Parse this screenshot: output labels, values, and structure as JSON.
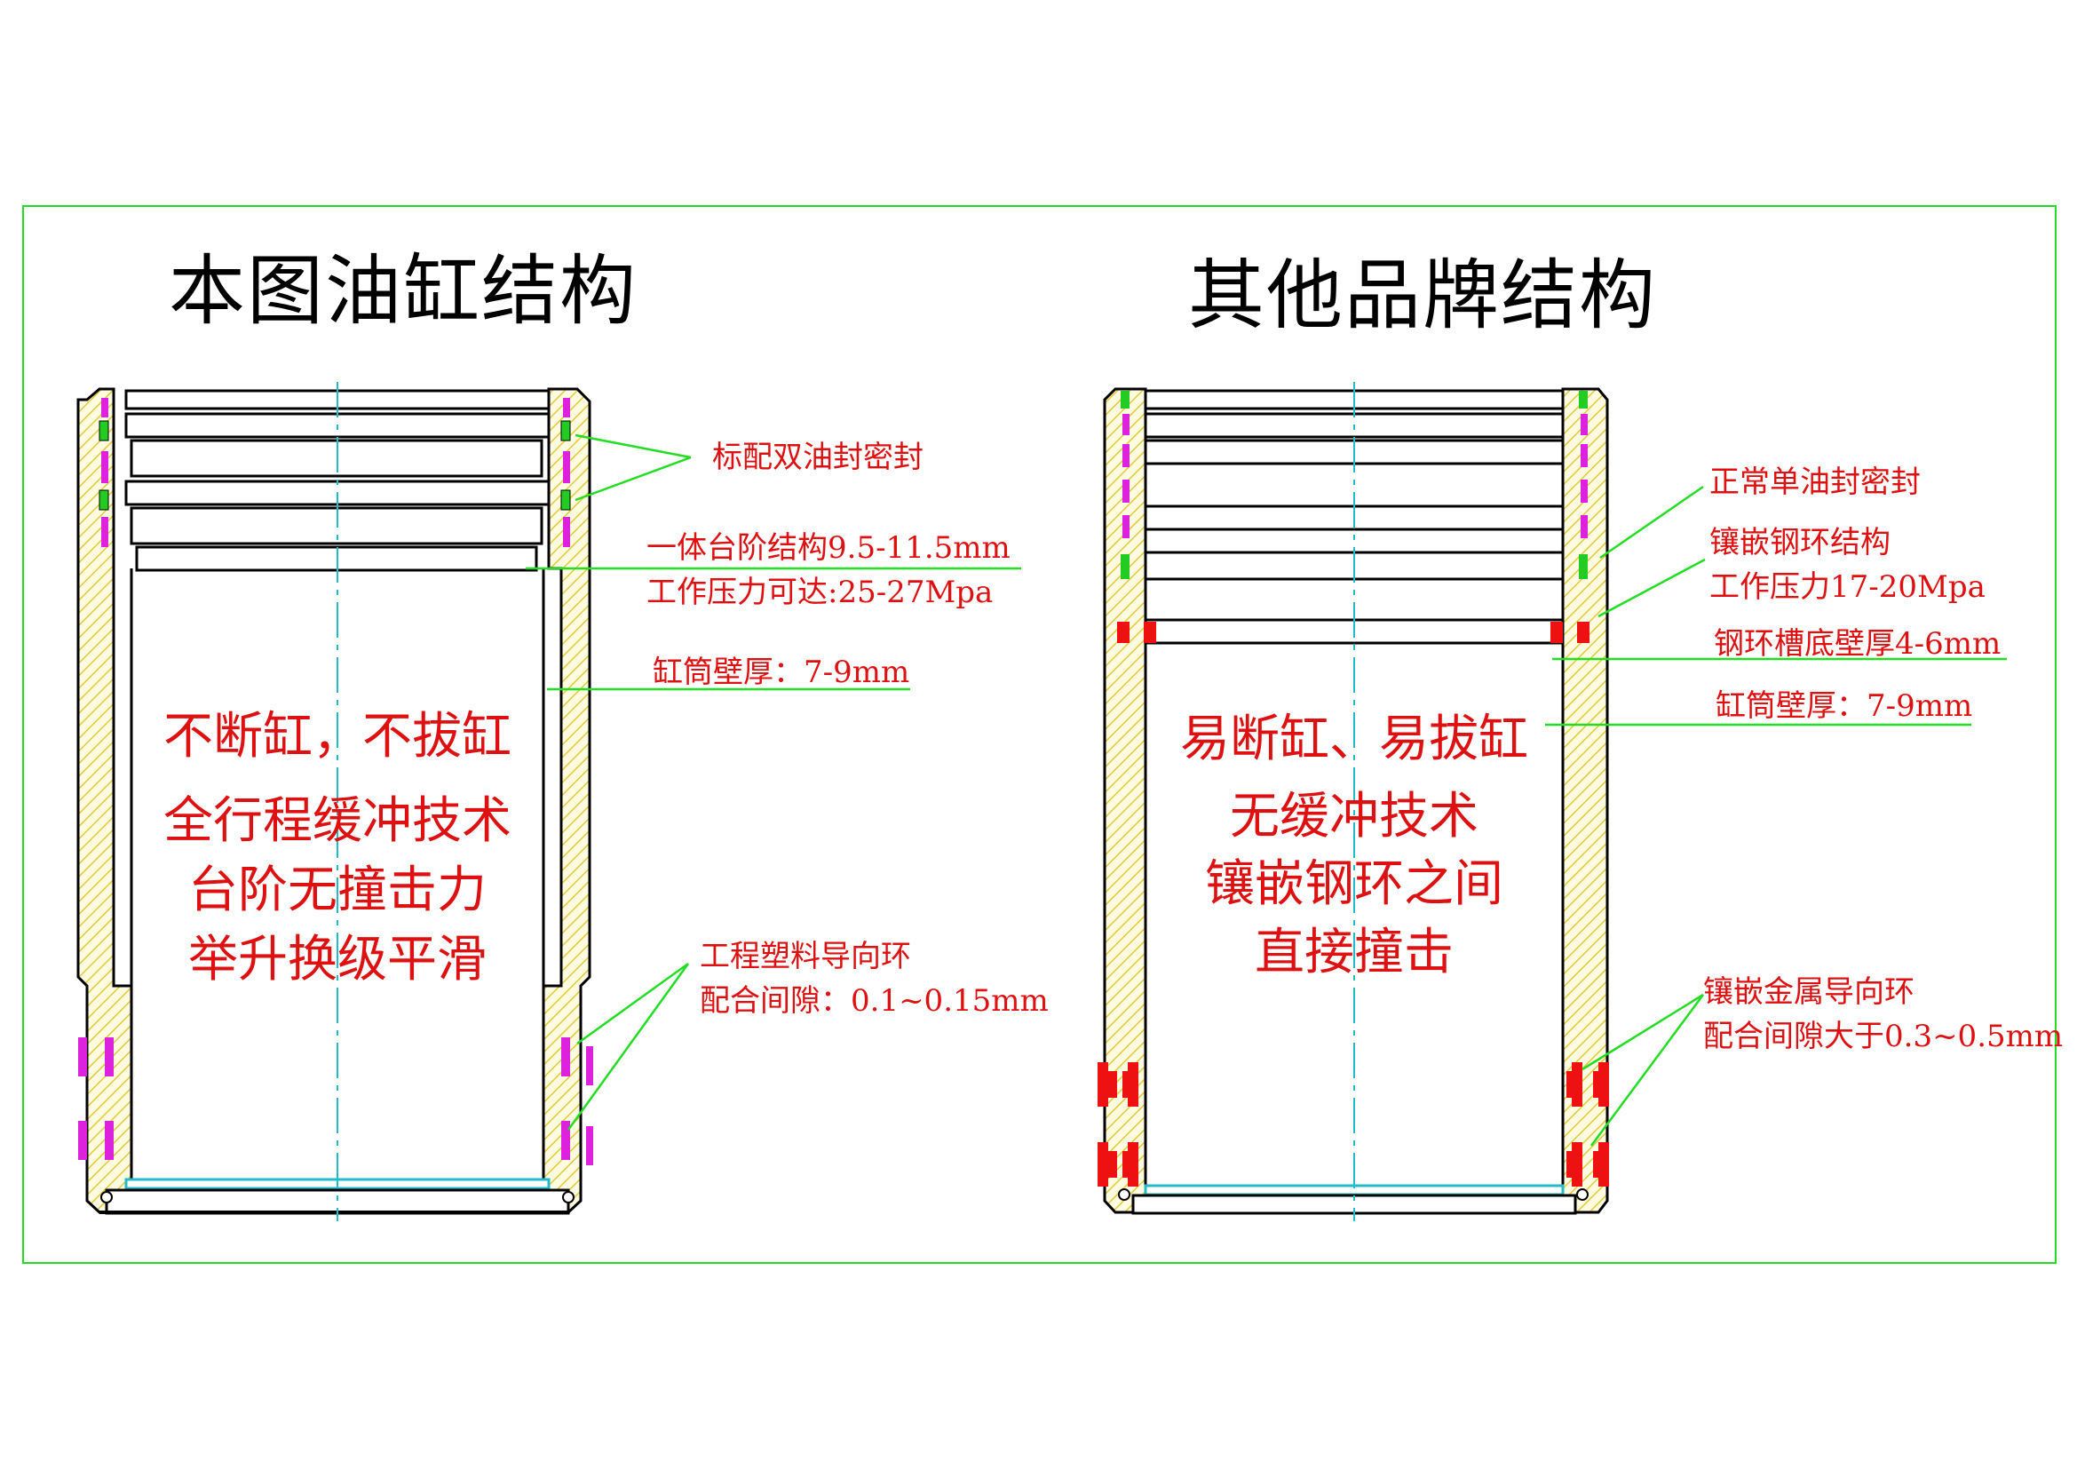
{
  "left": {
    "title": "本图油缸结构",
    "features": [
      "不断缸，不拔缸",
      "全行程缓冲技术",
      "台阶无撞击力",
      "举升换级平滑"
    ],
    "callouts": {
      "double_seal": "标配双油封密封",
      "step_line1": "一体台阶结构9.5-11.5mm",
      "step_line2": "工作压力可达:25-27Mpa",
      "wall": "缸筒壁厚：7-9mm",
      "guide_line1": "工程塑料导向环",
      "guide_line2": "配合间隙：0.1~0.15mm"
    }
  },
  "right": {
    "title": "其他品牌结构",
    "features": [
      "易断缸、易拔缸",
      "无缓冲技术",
      "镶嵌钢环之间",
      "直接撞击"
    ],
    "callouts": {
      "single_seal": "正常单油封密封",
      "ring_line1": "镶嵌钢环结构",
      "ring_line2": "工作压力17-20Mpa",
      "groove": "钢环槽底壁厚4-6mm",
      "wall": "缸筒壁厚：7-9mm",
      "guide_line1": "镶嵌金属导向环",
      "guide_line2": "配合间隙大于0.3~0.5mm"
    }
  },
  "colors": {
    "frame": "#22dd22",
    "leader": "#22dd22",
    "text_red": "#dd1111",
    "wall_hatch": "#e8d23a",
    "wall_fill": "#fffbe0",
    "seal_green": "#22cc22",
    "guide_magenta": "#dd22dd",
    "steel_red": "#ee1111",
    "centerline": "#22bbcc"
  }
}
